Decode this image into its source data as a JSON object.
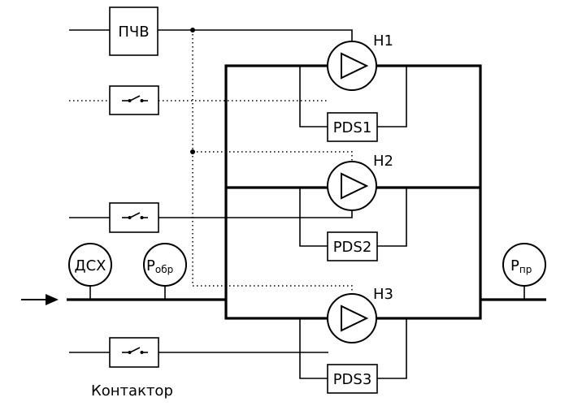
{
  "labels": {
    "pchv": "ПЧВ",
    "contactor": "Контактор",
    "dsx": "ДСХ",
    "p_return_base": "P",
    "p_return_sub": "обр",
    "p_supply_base": "P",
    "p_supply_sub": "пр"
  },
  "pumps": [
    {
      "name": "H1",
      "pds": "PDS1"
    },
    {
      "name": "H2",
      "pds": "PDS2"
    },
    {
      "name": "H3",
      "pds": "PDS3"
    }
  ]
}
